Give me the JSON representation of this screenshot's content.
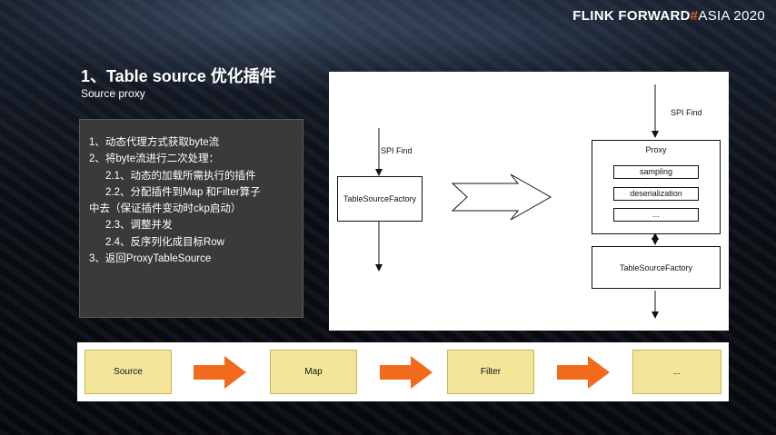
{
  "brand": {
    "part1": "FLINK FORWARD",
    "hash": "#",
    "part2": "ASIA 2020"
  },
  "title": "1、Table source 优化插件",
  "subtitle": "Source proxy",
  "steps": [
    "1、动态代理方式获取byte流",
    "2、将byte流进行二次处理：",
    "2.1、动态的加载所需执行的插件",
    "2.2、分配插件到Map 和Filter算子",
    "中去（保证插件变动时ckp启动）",
    "2.3、调整并发",
    "2.4、反序列化成目标Row",
    "3、返回ProxyTableSource"
  ],
  "diagram": {
    "left_spi_label": "SPI Find",
    "left_factory_label": "TableSourceFactory",
    "right_spi_label": "SPI Find",
    "proxy_label": "Proxy",
    "proxy_items": [
      "sampling",
      "deserialization",
      "..."
    ],
    "right_factory_label": "TableSourceFactory"
  },
  "pipeline": {
    "stages": [
      "Source",
      "Map",
      "Filter",
      "..."
    ],
    "arrow_color": "#f26b1d",
    "box_color": "#f3e69b"
  }
}
